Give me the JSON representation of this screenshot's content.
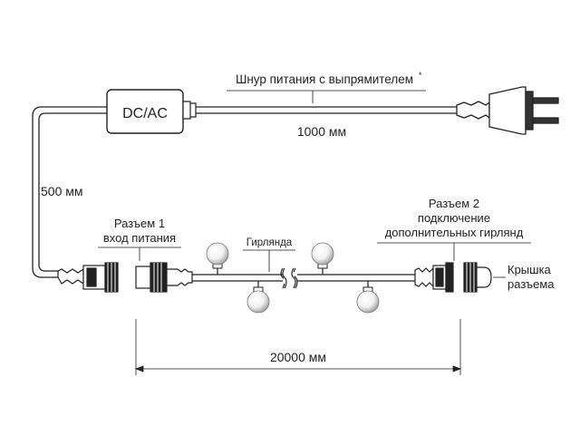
{
  "labels": {
    "converter": "DC/AC",
    "power_cord": "Шнур питания с выпрямителем",
    "power_cord_note": "*",
    "cord_length": "1000 мм",
    "lead_length": "500 мм",
    "connector1_line1": "Разъем 1",
    "connector1_line2": "вход питания",
    "garland": "Гирлянда",
    "connector2_line1": "Разъем 2",
    "connector2_line2": "подключение",
    "connector2_line3": "дополнительных гирлянд",
    "cap_line1": "Крышка",
    "cap_line2": "разъема",
    "garland_length": "20000 мм"
  },
  "colors": {
    "line": "#222222",
    "bulb_fill": "#ffffff",
    "bulb_shade": "#a9a9a9"
  },
  "icons": {
    "plug": "euro-plug-icon",
    "bulb": "bulb-icon",
    "break": "line-break-icon"
  }
}
